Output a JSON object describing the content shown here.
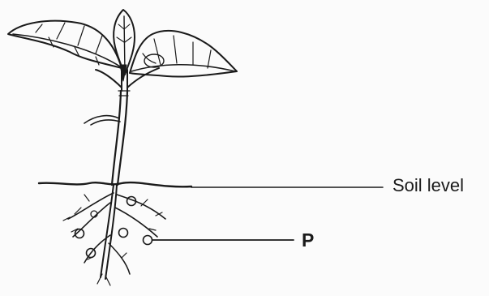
{
  "diagram": {
    "labels": {
      "soil_level": "Soil level",
      "p": "P"
    },
    "colors": {
      "ink": "#1a1a1a",
      "paper": "#fbfbfb"
    },
    "parts": [
      "leaf",
      "stem",
      "soil-line",
      "roots",
      "root-nodules"
    ]
  }
}
